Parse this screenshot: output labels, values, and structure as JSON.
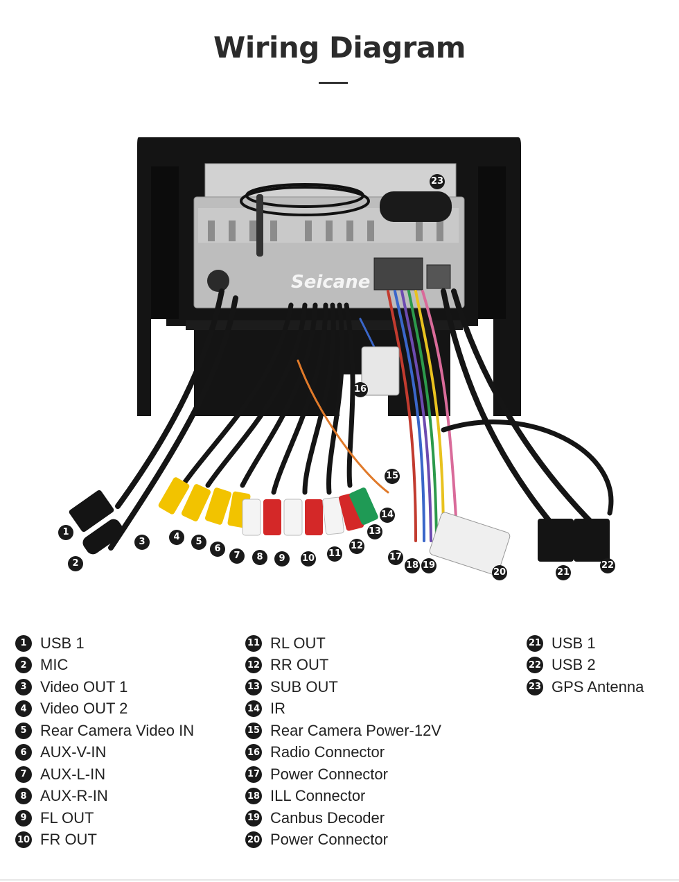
{
  "title": "Wiring Diagram",
  "watermark": "Seicane",
  "legend": {
    "col1": [
      {
        "num": "1",
        "label": "USB 1"
      },
      {
        "num": "2",
        "label": "MIC"
      },
      {
        "num": "3",
        "label": "Video OUT 1"
      },
      {
        "num": "4",
        "label": "Video OUT 2"
      },
      {
        "num": "5",
        "label": "Rear Camera Video IN"
      },
      {
        "num": "6",
        "label": "AUX-V-IN"
      },
      {
        "num": "7",
        "label": "AUX-L-IN"
      },
      {
        "num": "8",
        "label": "AUX-R-IN"
      },
      {
        "num": "9",
        "label": "FL OUT"
      },
      {
        "num": "10",
        "label": "FR OUT"
      }
    ],
    "col2": [
      {
        "num": "11",
        "label": "RL OUT"
      },
      {
        "num": "12",
        "label": "RR OUT"
      },
      {
        "num": "13",
        "label": "SUB OUT"
      },
      {
        "num": "14",
        "label": "IR"
      },
      {
        "num": "15",
        "label": "Rear Camera Power-12V"
      },
      {
        "num": "16",
        "label": "Radio Connector"
      },
      {
        "num": "17",
        "label": "Power Connector"
      },
      {
        "num": "18",
        "label": "ILL Connector"
      },
      {
        "num": "19",
        "label": "Canbus Decoder"
      },
      {
        "num": "20",
        "label": "Power Connector"
      }
    ],
    "col3": [
      {
        "num": "21",
        "label": "USB 1"
      },
      {
        "num": "22",
        "label": "USB 2"
      },
      {
        "num": "23",
        "label": "GPS Antenna"
      }
    ]
  },
  "callouts": [
    "1",
    "2",
    "3",
    "4",
    "5",
    "6",
    "7",
    "8",
    "9",
    "10",
    "11",
    "12",
    "13",
    "14",
    "15",
    "16",
    "17",
    "18",
    "19",
    "20",
    "21",
    "22",
    "23"
  ],
  "colors": {
    "frame": "#111111",
    "chassis": "#b9b9b9",
    "rca_yellow": "#f2c300",
    "rca_white": "#f4f4f4",
    "rca_red": "#d42828",
    "rca_green": "#1f9a55"
  }
}
